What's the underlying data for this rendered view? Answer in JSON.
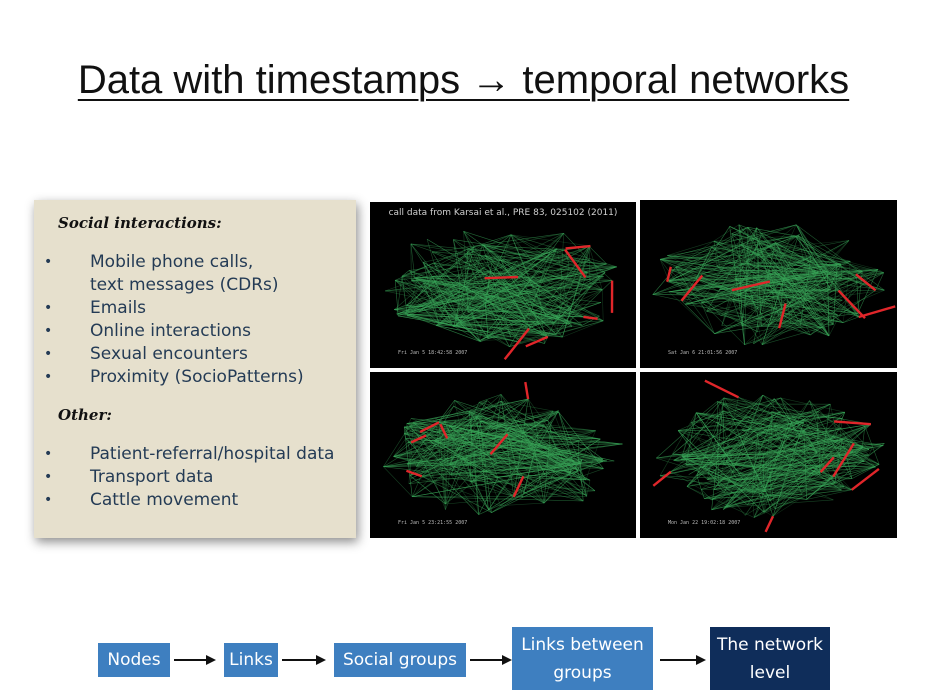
{
  "slide": {
    "title": "Data with timestamps → temporal networks"
  },
  "panel": {
    "social_heading": "Social interactions:",
    "social_items": [
      "Mobile phone calls,",
      "text messages (CDRs)",
      "Emails",
      "Online interactions",
      "Sexual encounters",
      "Proximity (SocioPatterns)"
    ],
    "other_heading": "Other:",
    "other_items": [
      "Patient-referral/hospital data",
      "Transport data",
      "Cattle movement"
    ]
  },
  "networks": {
    "caption": "call data from Karsai et al., PRE 83, 025102 (2011)",
    "stamps": [
      "Fri Jan 5 18:42:58 2007",
      "Sat Jan 6 21:01:56 2007",
      "Fri Jan 5 23:21:55 2007",
      "Mon Jan 22 19:02:18 2007"
    ],
    "colors": {
      "edge": "#3aa85a",
      "active": "#e0262a",
      "background": "#000000"
    }
  },
  "flow": {
    "steps": [
      "Nodes",
      "Links",
      "Social groups",
      "Links between groups",
      "The network level"
    ],
    "colors": {
      "light": "#3e7fc0",
      "dark": "#0f2d5a"
    }
  }
}
